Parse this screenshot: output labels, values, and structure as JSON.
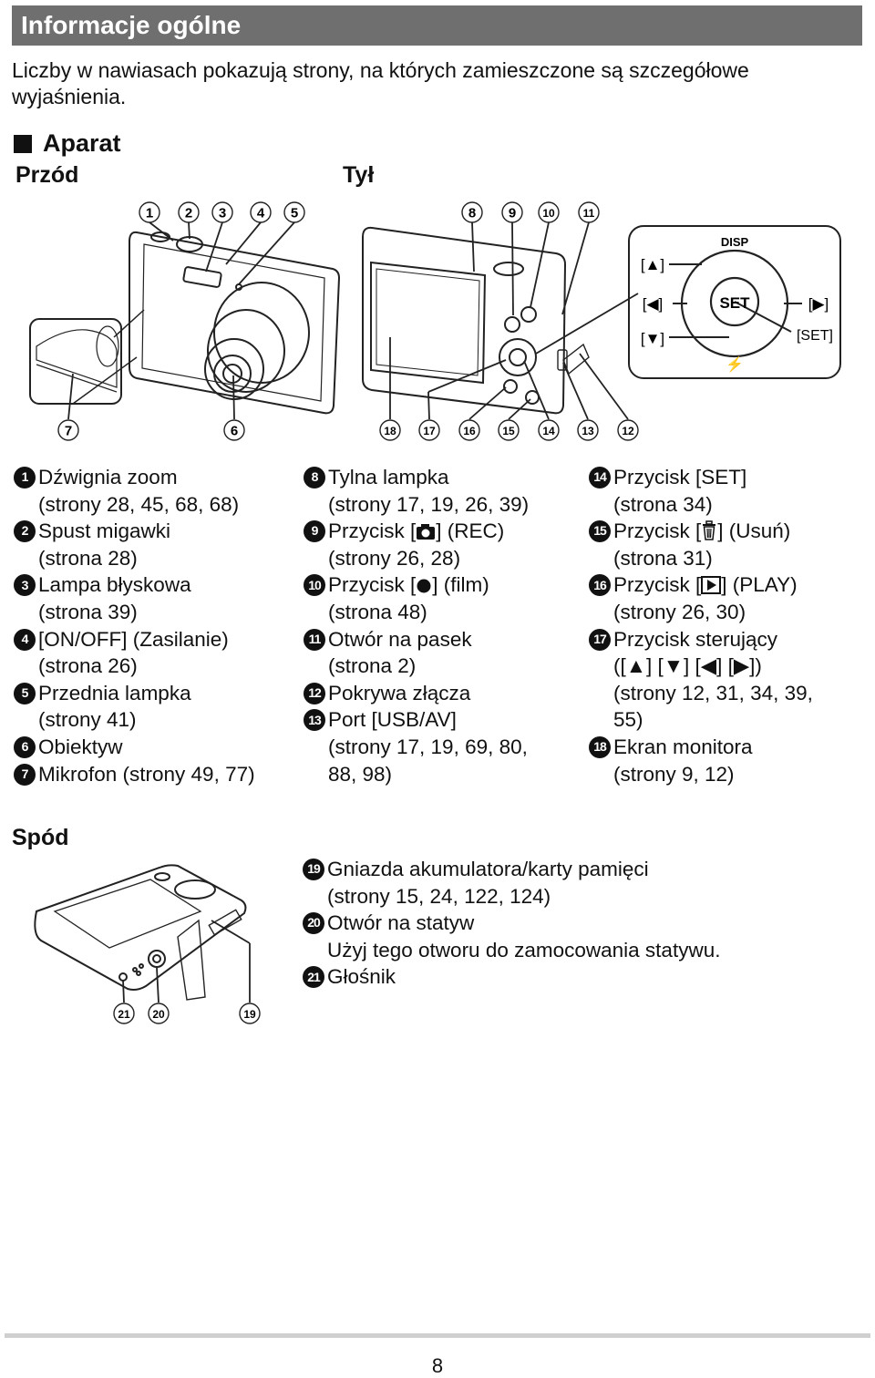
{
  "header": {
    "title": "Informacje ogólne"
  },
  "intro": "Liczby w nawiasach pokazują strony, na których zamieszczone są szczegółowe wyjaśnienia.",
  "section": {
    "title": "Aparat"
  },
  "figures": {
    "front_label": "Przód",
    "back_label": "Tył",
    "bottom_label": "Spód",
    "front_callouts_top": [
      "1",
      "2",
      "3",
      "4",
      "5"
    ],
    "front_callouts_bottom": [
      "7",
      "6"
    ],
    "back_callouts_top": [
      "8",
      "9",
      "10",
      "11"
    ],
    "back_callouts_bottom": [
      "18",
      "17",
      "16",
      "15",
      "14",
      "13",
      "12"
    ],
    "bottom_callouts": [
      "21",
      "20",
      "19"
    ],
    "dpad": {
      "disp": "DISP",
      "set": "SET",
      "up": "[▲]",
      "left": "[◀]",
      "down": "[▼]",
      "right": "[▶]",
      "set_label": "[SET]",
      "flash": "⚡"
    }
  },
  "parts": [
    {
      "n": "1",
      "text": "Dźwignia zoom\n(strony 28, 45, 68, 68)"
    },
    {
      "n": "2",
      "text": "Spust migawki\n(strona 28)"
    },
    {
      "n": "3",
      "text": "Lampa błyskowa\n(strona 39)"
    },
    {
      "n": "4",
      "text": "[ON/OFF] (Zasilanie)\n(strona 26)"
    },
    {
      "n": "5",
      "text": "Przednia lampka\n(strony 41)"
    },
    {
      "n": "6",
      "text": "Obiektyw"
    },
    {
      "n": "7",
      "text": "Mikrofon (strony 49, 77)"
    },
    {
      "n": "8",
      "text": "Tylna lampka\n(strony 17, 19, 26, 39)"
    },
    {
      "n": "9",
      "pre": "Przycisk [",
      "icon": "camera-icon",
      "post": "] (REC)\n(strony 26, 28)"
    },
    {
      "n": "10",
      "pre": "Przycisk [",
      "icon": "record-dot-icon",
      "post": "] (film)\n(strona 48)"
    },
    {
      "n": "11",
      "text": "Otwór na pasek\n(strona 2)"
    },
    {
      "n": "12",
      "text": "Pokrywa złącza"
    },
    {
      "n": "13",
      "text": "Port [USB/AV]\n(strony 17, 19, 69, 80,\n88, 98)"
    },
    {
      "n": "14",
      "text": "Przycisk [SET]\n(strona 34)"
    },
    {
      "n": "15",
      "pre": "Przycisk [",
      "icon": "trash-icon",
      "post": "] (Usuń)\n(strona 31)"
    },
    {
      "n": "16",
      "pre": "Przycisk [",
      "icon": "play-icon",
      "post": "] (PLAY)\n(strony 26, 30)"
    },
    {
      "n": "17",
      "text": "Przycisk sterujący\n([▲] [▼] [◀] [▶])\n(strony 12, 31, 34, 39,\n55)"
    },
    {
      "n": "18",
      "text": "Ekran monitora\n(strony 9, 12)"
    },
    {
      "n": "19",
      "text": "Gniazda akumulatora/karty pamięci\n(strony 15, 24, 122, 124)"
    },
    {
      "n": "20",
      "text": "Otwór na statyw\nUżyj tego otworu do zamocowania statywu."
    },
    {
      "n": "21",
      "text": "Głośnik"
    }
  ],
  "footer": {
    "page_number": "8"
  }
}
